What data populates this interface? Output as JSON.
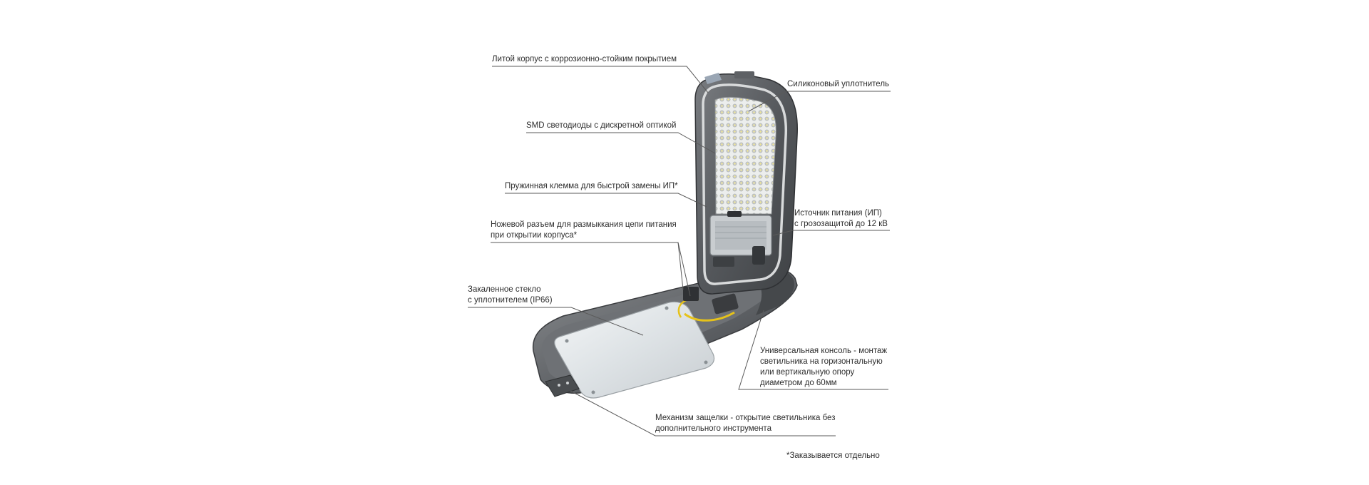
{
  "diagram": {
    "callouts": {
      "housing": [
        "Литой корпус с коррозионно-стойким покрытием"
      ],
      "seal": [
        "Силиконовый уплотнитель"
      ],
      "leds": [
        "SMD светодиоды с дискретной оптикой"
      ],
      "terminal": [
        "Пружинная клемма для быстрой замены ИП*"
      ],
      "knife_connector": [
        "Ножевой разъем для размыккания цепи питания",
        "при открытии корпуса*"
      ],
      "power_supply": [
        "Источник питания (ИП)",
        "с грозозащитой до 12 кВ"
      ],
      "glass": [
        "Закаленное стекло",
        "с уплотнителем (IP66)"
      ],
      "console": [
        "Универсальная консоль - монтаж",
        "светильника на горизонтальную",
        "или вертикальную опору",
        "диаметром до 60мм"
      ],
      "latch": [
        "Механизм защелки - открытие светильника без",
        "дополнительного инструмента"
      ]
    },
    "footnote": "*Заказывается отдельно"
  },
  "colors": {
    "text": "#2d2d2d",
    "leader": "#5a5a5a",
    "housing_dark": "#4f5256",
    "housing_mid": "#6b6e72",
    "led_panel": "#e9ebe9",
    "glass": "#dfe3e6",
    "wire_yellow": "#e6c21a"
  }
}
